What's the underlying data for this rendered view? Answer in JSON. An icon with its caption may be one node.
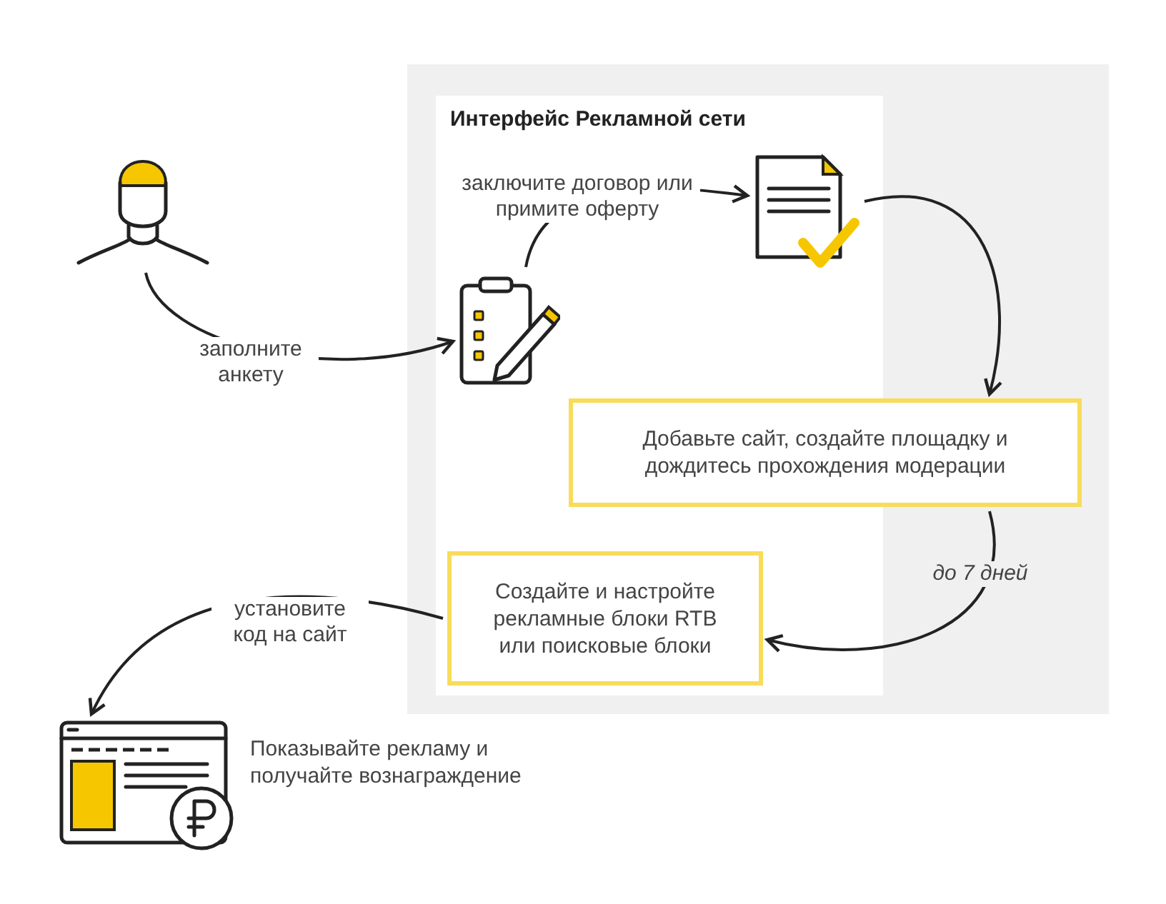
{
  "diagram": {
    "nodes": [
      {
        "text": [
          "Интерфейс Рекламной сети"
        ]
      },
      {
        "text": [],
        "shape": "person"
      },
      {
        "text": [],
        "shape": "picture",
        "in": 0
      },
      {
        "text": [],
        "shape": "picture",
        "in": 0
      },
      {
        "text": [
          "Добавьте сайт, создайте площадку и дождитесь прохождения модерации"
        ]
      },
      {
        "text": [
          "Создайте и настройте рекламные блоки RTB или поисковые блоки"
        ],
        "in": 0
      },
      {
        "text": [],
        "shape": "picture",
        "beside": [
          "Показывайте рекламу и получайте вознаграждение"
        ]
      }
    ],
    "edges": [
      {
        "from": 1,
        "to": 2,
        "arrow": "to",
        "label": "заполните анкету"
      },
      {
        "from": 2,
        "to": 3,
        "arrow": "to",
        "label": "заключите договор или примите оферту"
      },
      {
        "from": 3,
        "to": 4,
        "arrow": "to"
      },
      {
        "from": 4,
        "to": 5,
        "arrow": "to",
        "label": "до 7 дней"
      },
      {
        "from": 5,
        "to": 6,
        "arrow": "to",
        "label": "установите код на сайт"
      }
    ]
  }
}
